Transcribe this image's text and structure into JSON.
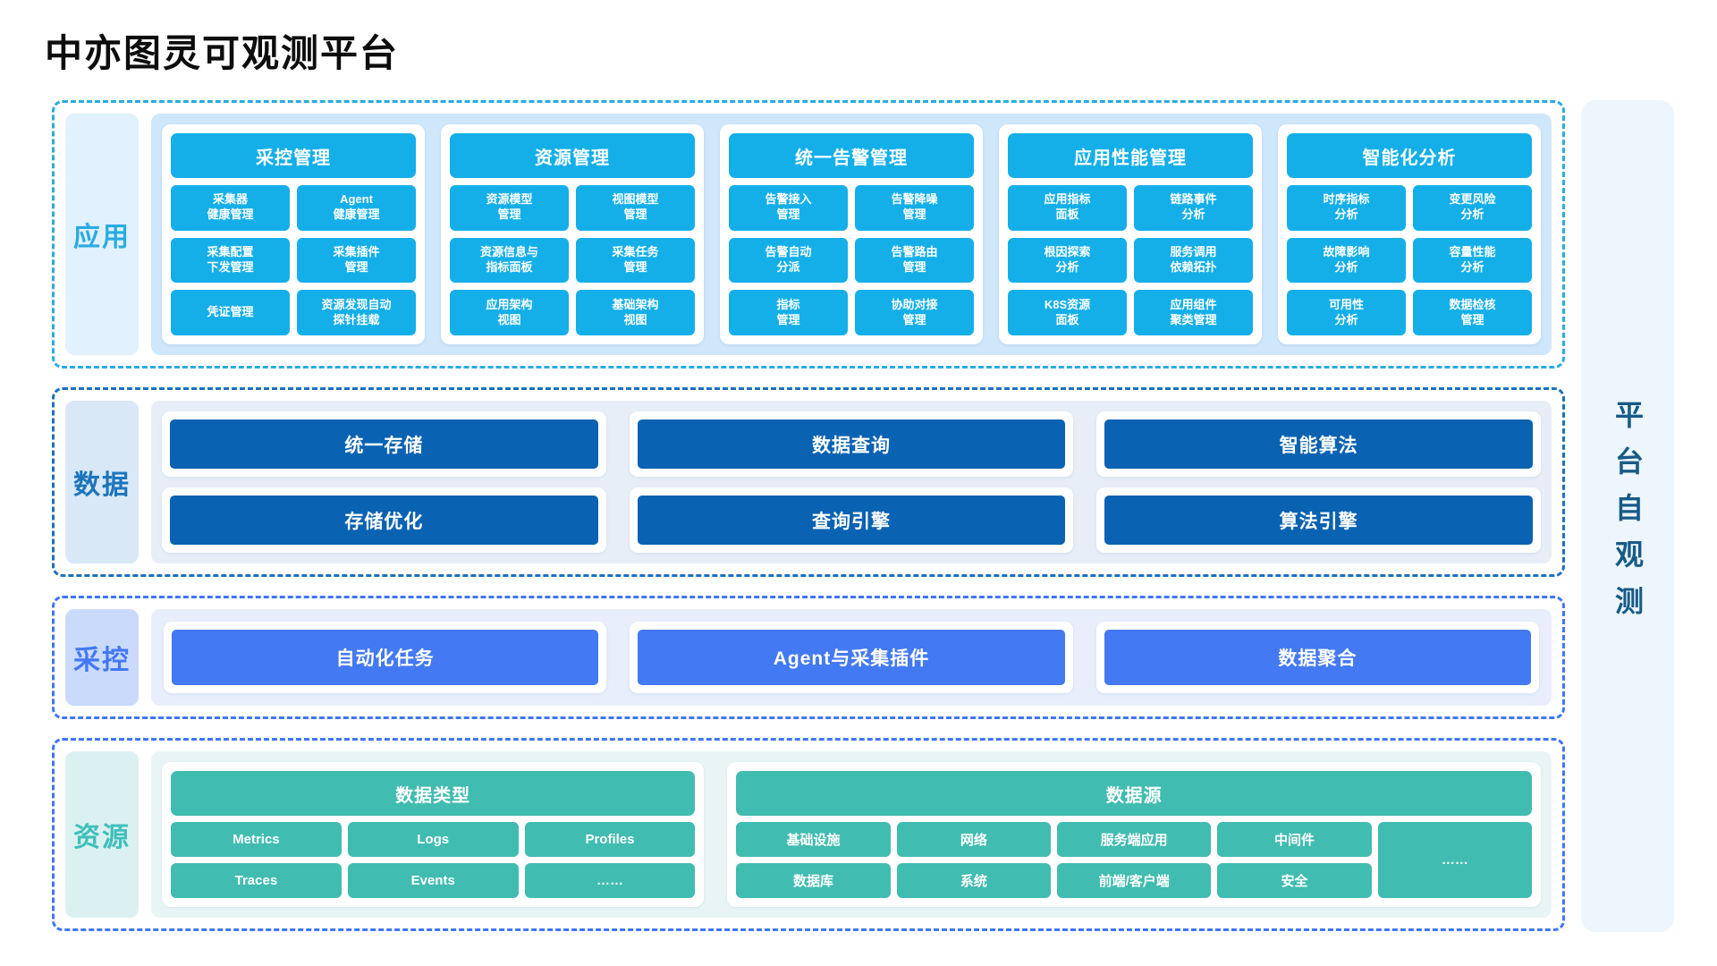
{
  "page": {
    "title": "中亦图灵可观测平台"
  },
  "sidebar": {
    "label": "平台自观测"
  },
  "colors": {
    "app_accent": "#14AFE9",
    "app_dash": "#29ABE2",
    "data_accent": "#0A62B2",
    "data_dash": "#1E6FC0",
    "collect_accent": "#4379F2",
    "resource_accent": "#41BCB1",
    "resource_dash": "#3F76F4",
    "sidebar_bg": "#EDF6FC",
    "sidebar_text": "#175A86"
  },
  "sections": {
    "app": {
      "label": "应用",
      "columns": [
        {
          "header": "采控管理",
          "cells": [
            "采集器\n健康管理",
            "Agent\n健康管理",
            "采集配置\n下发管理",
            "采集插件\n管理",
            "凭证管理",
            "资源发现自动\n探针挂载"
          ]
        },
        {
          "header": "资源管理",
          "cells": [
            "资源模型\n管理",
            "视图模型\n管理",
            "资源信息与\n指标面板",
            "采集任务\n管理",
            "应用架构\n视图",
            "基础架构\n视图"
          ]
        },
        {
          "header": "统一告警管理",
          "cells": [
            "告警接入\n管理",
            "告警降噪\n管理",
            "告警自动\n分派",
            "告警路由\n管理",
            "指标\n管理",
            "协助对接\n管理"
          ]
        },
        {
          "header": "应用性能管理",
          "cells": [
            "应用指标\n面板",
            "链路事件\n分析",
            "根因探索\n分析",
            "服务调用\n依赖拓扑",
            "K8S资源\n面板",
            "应用组件\n聚类管理"
          ]
        },
        {
          "header": "智能化分析",
          "cells": [
            "时序指标\n分析",
            "变更风险\n分析",
            "故障影响\n分析",
            "容量性能\n分析",
            "可用性\n分析",
            "数据检核\n管理"
          ]
        }
      ]
    },
    "data": {
      "label": "数据",
      "groups": [
        {
          "top": "统一存储",
          "bottom": "存储优化"
        },
        {
          "top": "数据查询",
          "bottom": "查询引擎"
        },
        {
          "top": "智能算法",
          "bottom": "算法引擎"
        }
      ]
    },
    "collect": {
      "label": "采控",
      "bars": [
        "自动化任务",
        "Agent与采集插件",
        "数据聚合"
      ]
    },
    "resource": {
      "label": "资源",
      "types": {
        "header": "数据类型",
        "cells": [
          "Metrics",
          "Logs",
          "Profiles",
          "Traces",
          "Events",
          "……"
        ]
      },
      "sources": {
        "header": "数据源",
        "row1": [
          "基础设施",
          "网络",
          "服务端应用",
          "中间件"
        ],
        "row2": [
          "数据库",
          "系统",
          "前端/客户端",
          "安全"
        ],
        "tail": "……"
      }
    }
  }
}
